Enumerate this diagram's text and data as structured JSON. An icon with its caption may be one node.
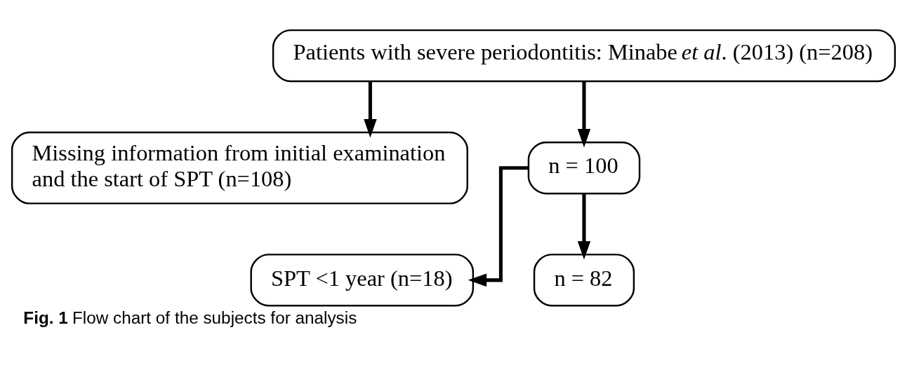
{
  "diagram": {
    "caption": "**Fig. 1** Flow chart of the subjects for analysis",
    "nodes": [
      {
        "text": [
          "Patients with severe periodontitis: Minabe *et al*. (2013) (n=208)"
        ]
      },
      {
        "text": [
          "Missing information from initial examination and the start of SPT (n=108)"
        ]
      },
      {
        "text": [
          "n = 100"
        ]
      },
      {
        "text": [
          "SPT <1 year (n=18)"
        ]
      },
      {
        "text": [
          "n = 82"
        ]
      }
    ],
    "edges": [
      {
        "from": 0,
        "to": 2,
        "arrow": "to"
      },
      {
        "from": 0,
        "to": 1,
        "arrow": "to"
      },
      {
        "from": 2,
        "to": 4,
        "arrow": "to"
      },
      {
        "from": 2,
        "to": 3,
        "arrow": "to"
      }
    ]
  }
}
